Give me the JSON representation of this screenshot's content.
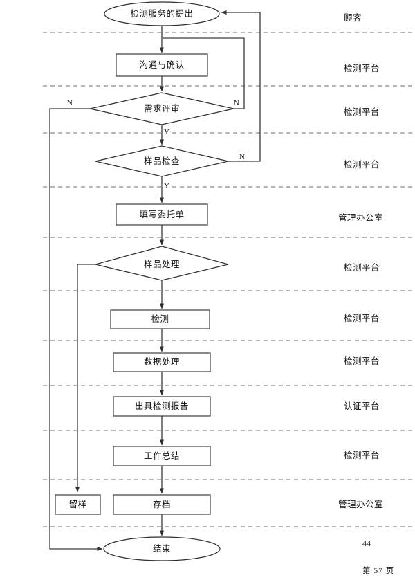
{
  "document": {
    "page_number": "44",
    "footer": "第 57 页"
  },
  "flowchart": {
    "type": "swimlane-flowchart",
    "orientation": "vertical",
    "nodes": [
      {
        "id": "start",
        "shape": "ellipse",
        "label": "检测服务的提出",
        "lane": 0
      },
      {
        "id": "confirm",
        "shape": "rectangle",
        "label": "沟通与确认",
        "lane": 1
      },
      {
        "id": "review",
        "shape": "diamond",
        "label": "需求评审",
        "lane": 2
      },
      {
        "id": "sample_check",
        "shape": "diamond",
        "label": "样品检查",
        "lane": 3
      },
      {
        "id": "order_form",
        "shape": "rectangle",
        "label": "填写委托单",
        "lane": 4
      },
      {
        "id": "sample_prep",
        "shape": "diamond",
        "label": "样品处理",
        "lane": 5
      },
      {
        "id": "testing",
        "shape": "rectangle",
        "label": "检测",
        "lane": 6
      },
      {
        "id": "data_proc",
        "shape": "rectangle",
        "label": "数据处理",
        "lane": 7
      },
      {
        "id": "report",
        "shape": "rectangle",
        "label": "出具检测报告",
        "lane": 8
      },
      {
        "id": "summary",
        "shape": "rectangle",
        "label": "工作总结",
        "lane": 9
      },
      {
        "id": "retain",
        "shape": "rectangle",
        "label": "留样",
        "lane": 10
      },
      {
        "id": "archive",
        "shape": "rectangle",
        "label": "存档",
        "lane": 10
      },
      {
        "id": "end",
        "shape": "ellipse",
        "label": "结束",
        "lane": 11
      }
    ],
    "lanes": [
      {
        "index": 0,
        "label": "顾客"
      },
      {
        "index": 1,
        "label": "检测平台"
      },
      {
        "index": 2,
        "label": "检测平台"
      },
      {
        "index": 3,
        "label": "检测平台"
      },
      {
        "index": 4,
        "label": "管理办公室"
      },
      {
        "index": 5,
        "label": "检测平台"
      },
      {
        "index": 6,
        "label": "检测平台"
      },
      {
        "index": 7,
        "label": "检测平台"
      },
      {
        "index": 8,
        "label": "认证平台"
      },
      {
        "index": 9,
        "label": "检测平台"
      },
      {
        "index": 10,
        "label": "管理办公室"
      },
      {
        "index": 11,
        "label": ""
      }
    ],
    "edge_labels": [
      {
        "id": "review_n_left",
        "text": "N",
        "from": "review",
        "to": "end"
      },
      {
        "id": "review_n_right",
        "text": "N",
        "from": "review",
        "to": "confirm"
      },
      {
        "id": "review_y",
        "text": "Y",
        "from": "review",
        "to": "sample_check"
      },
      {
        "id": "check_n_right",
        "text": "N",
        "from": "sample_check",
        "to": "start"
      },
      {
        "id": "check_y",
        "text": "Y",
        "from": "sample_check",
        "to": "order_form"
      }
    ],
    "colors": {
      "stroke": "#3f3f3f",
      "lane_divider": "#707070",
      "text": "#111111",
      "background": "#ffffff"
    }
  }
}
